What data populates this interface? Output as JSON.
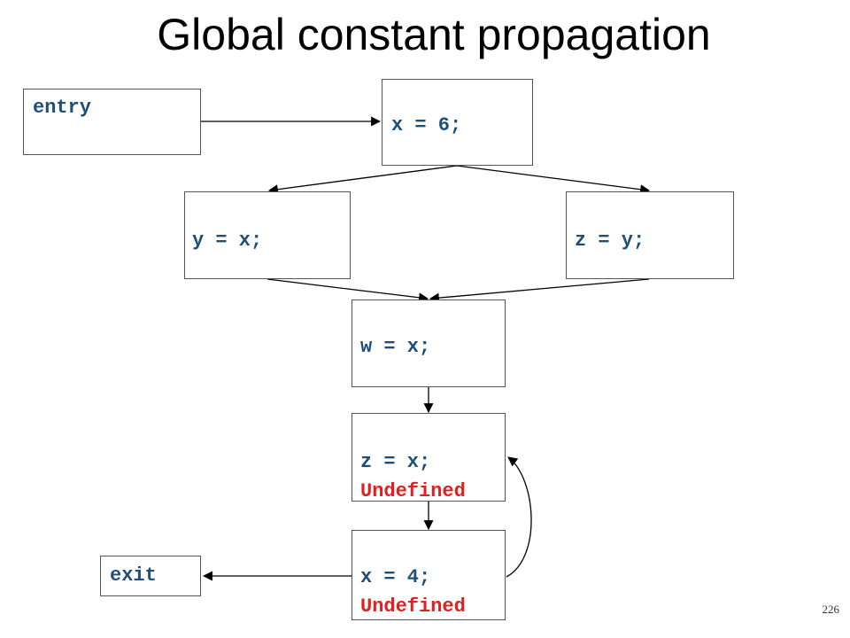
{
  "slide": {
    "title": "Global constant propagation",
    "page_number": "226"
  },
  "nodes": {
    "entry": {
      "label": "entry"
    },
    "x6": {
      "code": "x = 6;"
    },
    "yx": {
      "code": "y = x;"
    },
    "zy": {
      "code": "z = y;"
    },
    "wx": {
      "code": "w = x;"
    },
    "zx": {
      "code": "z = x;",
      "annotation": "Undefined"
    },
    "x4": {
      "code": "x = 4;",
      "annotation": "Undefined"
    },
    "exit": {
      "label": "exit"
    }
  },
  "colors": {
    "code": "#1f4e79",
    "annotation": "#e02020",
    "edge": "#000000",
    "border": "#555555"
  }
}
